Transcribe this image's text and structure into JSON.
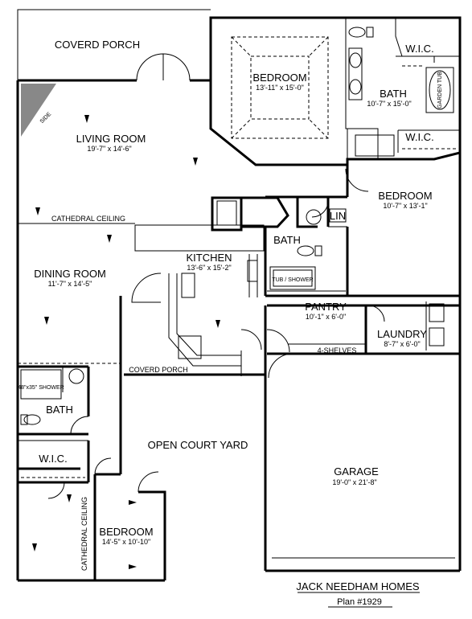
{
  "rooms": {
    "covered_porch_front": {
      "name": "COVERD PORCH"
    },
    "master_bedroom": {
      "name": "BEDROOM",
      "size": "13'-11\" x 15'-0\""
    },
    "master_bath": {
      "name": "BATH",
      "size": "10'-7\" x 15'-0\""
    },
    "wic_top": {
      "name": "W.I.C."
    },
    "wic_mid": {
      "name": "W.I.C."
    },
    "living_room": {
      "name": "LIVING ROOM",
      "size": "19'-7\" x 14'-6\""
    },
    "bedroom_2": {
      "name": "BEDROOM",
      "size": "10'-7\" x 13'-1\""
    },
    "linen": {
      "name": "LIN"
    },
    "hall_bath": {
      "name": "BATH"
    },
    "kitchen": {
      "name": "KITCHEN",
      "size": "13'-6\" x 15'-2\""
    },
    "dining_room": {
      "name": "DINING ROOM",
      "size": "11'-7\" x 14'-5\""
    },
    "pantry": {
      "name": "PANTRY",
      "size": "10'-1\" x 6'-0\""
    },
    "laundry": {
      "name": "LAUNDRY",
      "size": "8'-7\" x 6'-0\""
    },
    "shelves": {
      "name": "4-SHELVES"
    },
    "covered_porch_side": {
      "name": "COVERD PORCH"
    },
    "guest_bath": {
      "name": "BATH"
    },
    "wic_bottom": {
      "name": "W.I.C."
    },
    "open_court_yard": {
      "name": "OPEN COURT YARD"
    },
    "garage": {
      "name": "GARAGE",
      "size": "19'-0\" x 21'-8\""
    },
    "bedroom_3": {
      "name": "BEDROOM",
      "size": "14'-5\" x 10'-10\""
    }
  },
  "notes": {
    "cathedral_ceiling_h": "CATHEDRAL CEILING",
    "cathedral_ceiling_v": "CATHEDRAL CEILING",
    "fireplace_side": "SIDE",
    "shower_guest": "48\"x35\" SHOWER",
    "tub_hall": "TUB / SHOWER",
    "garden_tub": "GARDEN TUB"
  },
  "title_block": {
    "company": "JACK NEEDHAM HOMES",
    "plan": "Plan #1929"
  }
}
